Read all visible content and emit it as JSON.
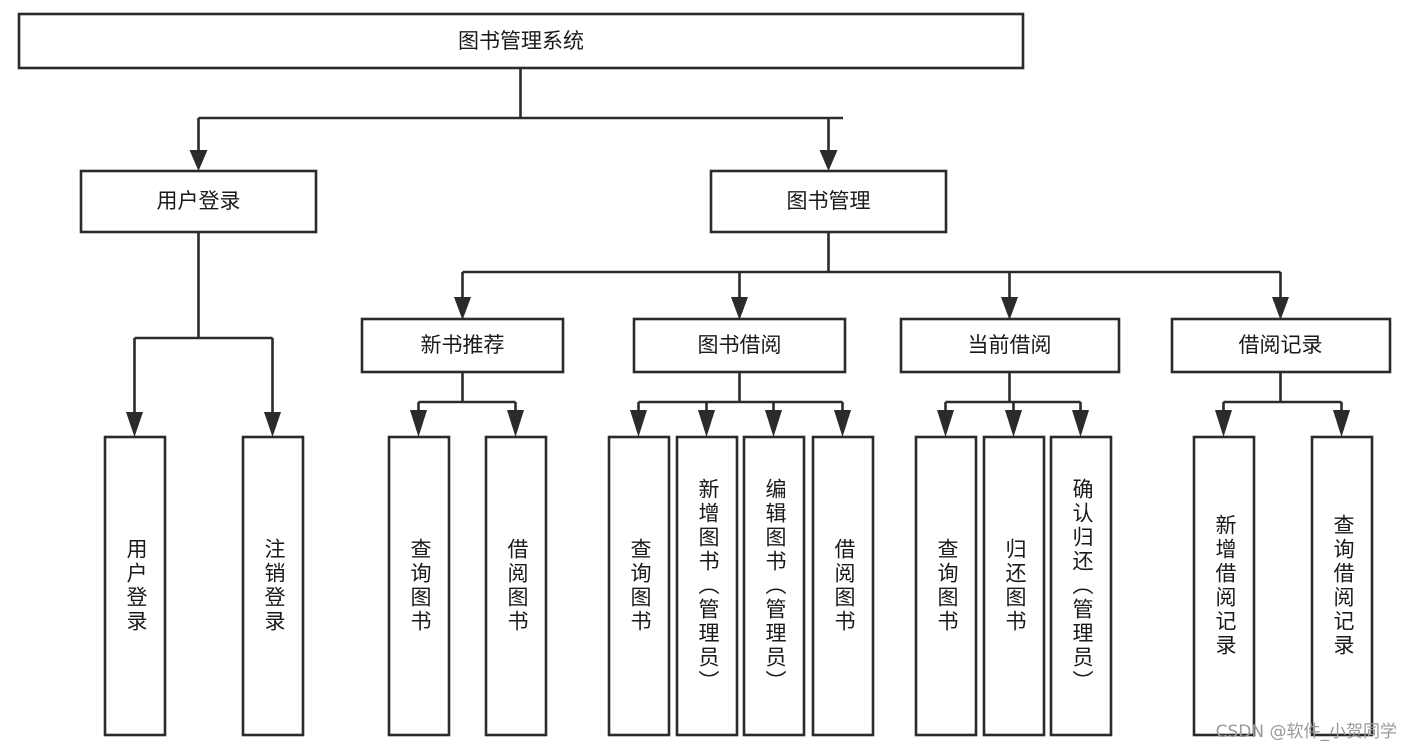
{
  "diagram": {
    "type": "tree-hierarchy-chart",
    "title": "图书管理系统",
    "background_color": "#ffffff",
    "line_color": "#2b2b2b",
    "text_color": "#1a1a1a",
    "root": {
      "label": "图书管理系统",
      "orientation": "horizontal"
    },
    "level2": [
      {
        "label": "用户登录",
        "orientation": "horizontal"
      },
      {
        "label": "图书管理",
        "orientation": "horizontal"
      }
    ],
    "level3": [
      {
        "label": "新书推荐",
        "orientation": "horizontal"
      },
      {
        "label": "图书借阅",
        "orientation": "horizontal"
      },
      {
        "label": "当前借阅",
        "orientation": "horizontal"
      },
      {
        "label": "借阅记录",
        "orientation": "horizontal"
      }
    ],
    "leaves": {
      "user_login": [
        {
          "label": "用户登录",
          "orientation": "vertical"
        },
        {
          "label": "注销登录",
          "orientation": "vertical"
        }
      ],
      "new_book_recommend": [
        {
          "label": "查询图书",
          "orientation": "vertical"
        },
        {
          "label": "借阅图书",
          "orientation": "vertical"
        }
      ],
      "book_borrow": [
        {
          "label": "查询图书",
          "orientation": "vertical"
        },
        {
          "label": "新增图书（管理员）",
          "orientation": "vertical"
        },
        {
          "label": "编辑图书（管理员）",
          "orientation": "vertical"
        },
        {
          "label": "借阅图书",
          "orientation": "vertical"
        }
      ],
      "current_borrow": [
        {
          "label": "查询图书",
          "orientation": "vertical"
        },
        {
          "label": "归还图书",
          "orientation": "vertical"
        },
        {
          "label": "确认归还（管理员）",
          "orientation": "vertical"
        }
      ],
      "borrow_record": [
        {
          "label": "新增借阅记录",
          "orientation": "vertical"
        },
        {
          "label": "查询借阅记录",
          "orientation": "vertical"
        }
      ]
    }
  },
  "watermark": {
    "text": "CSDN @软件_小贺同学"
  }
}
